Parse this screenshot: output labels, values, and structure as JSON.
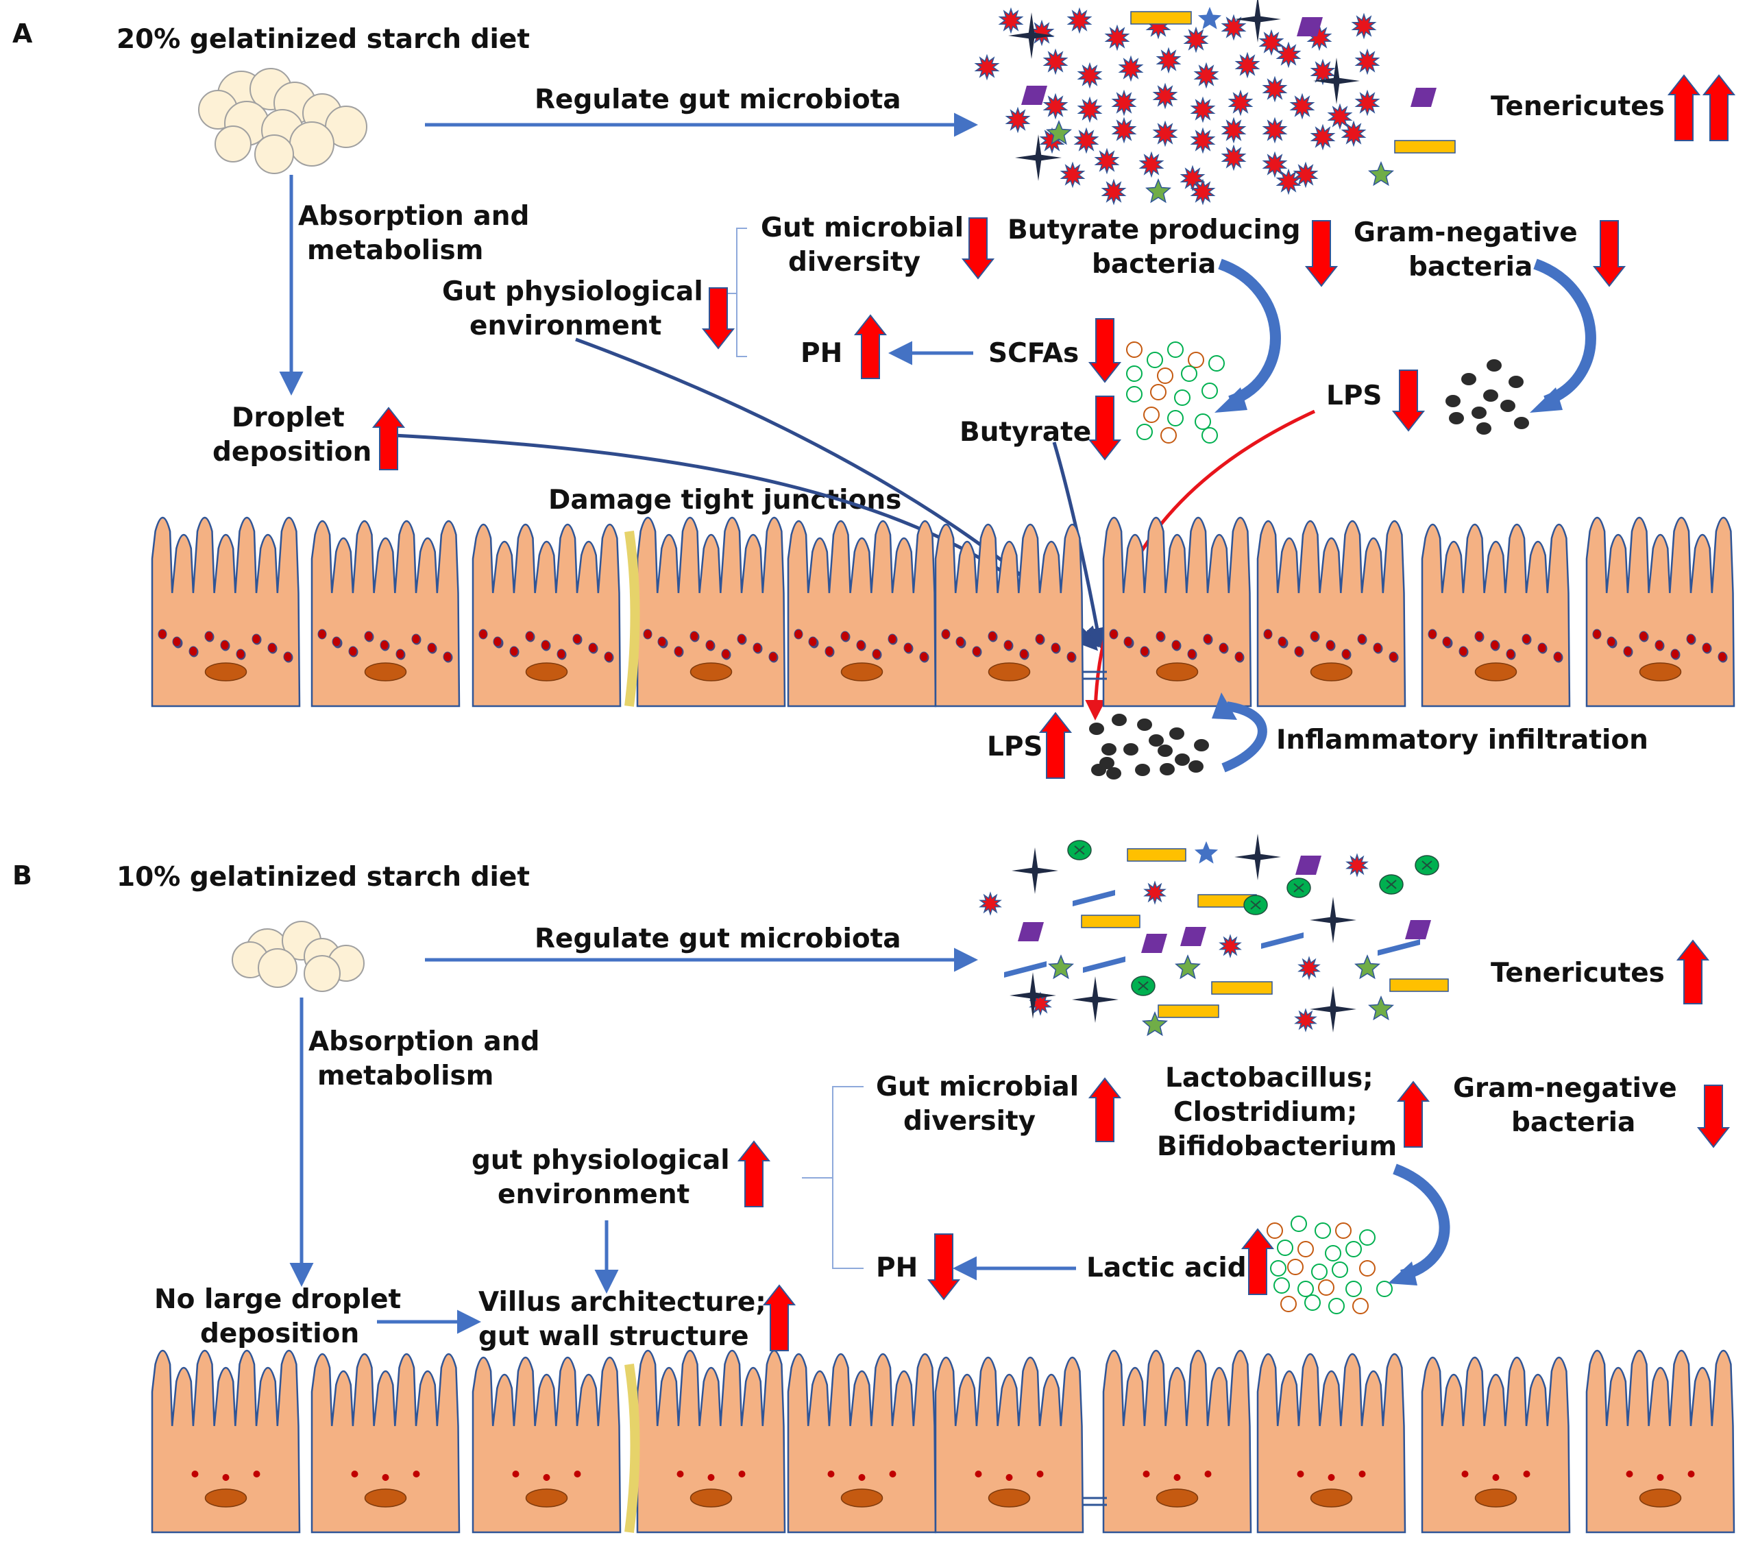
{
  "colors": {
    "arrow_blue": "#4472C4",
    "dark_blue": "#2F4B8C",
    "up_down_red": "#FF0000",
    "lps_red": "#E8141B",
    "cell_fill": "#F4B183",
    "cell_stroke": "#2F5597",
    "nucleus": "#C55A11",
    "droplet": "#C00000",
    "junction_fill": "#FFF2B2"
  },
  "icons": [
    "starch-granule-cloud-icon",
    "microbe-star-icon",
    "green-ring-icon",
    "brown-ring-icon",
    "lps-dot-icon",
    "red-arrow-up-icon",
    "red-arrow-down-icon"
  ],
  "panelA": {
    "letter": "A",
    "title": "20% gelatinized starch diet",
    "regulate": "Regulate gut microbiota",
    "tenericutes": "Tenericutes",
    "absorption": [
      "Absorption and",
      "metabolism"
    ],
    "gut_microbial": [
      "Gut microbial",
      "diversity"
    ],
    "butyrate_bacteria": [
      "Butyrate producing",
      "bacteria"
    ],
    "gram_negative": [
      "Gram-negative",
      "bacteria"
    ],
    "gut_physio": [
      "Gut physiological",
      "environment"
    ],
    "ph": "PH",
    "scfas": "SCFAs",
    "lps_top": "LPS",
    "droplet": [
      "Droplet",
      "deposition"
    ],
    "butyrate": "Butyrate",
    "damage": "Damage tight junctions",
    "lps_bottom": "LPS",
    "inflammatory": "Inflammatory infiltration"
  },
  "panelB": {
    "letter": "B",
    "title": "10% gelatinized starch diet",
    "regulate": "Regulate gut microbiota",
    "tenericutes": "Tenericutes",
    "absorption": [
      "Absorption and",
      "metabolism"
    ],
    "gut_microbial": [
      "Gut microbial",
      "diversity"
    ],
    "lactobacillus": [
      "Lactobacillus;",
      "Clostridium;",
      "Bifidobacterium"
    ],
    "gram_negative": [
      "Gram-negative",
      "bacteria"
    ],
    "gut_physio": [
      "gut physiological",
      "environment"
    ],
    "ph": "PH",
    "lactic": "Lactic acid",
    "no_droplet": [
      "No large droplet",
      "deposition"
    ],
    "villus": [
      "Villus architecture;",
      "gut wall structure"
    ]
  }
}
